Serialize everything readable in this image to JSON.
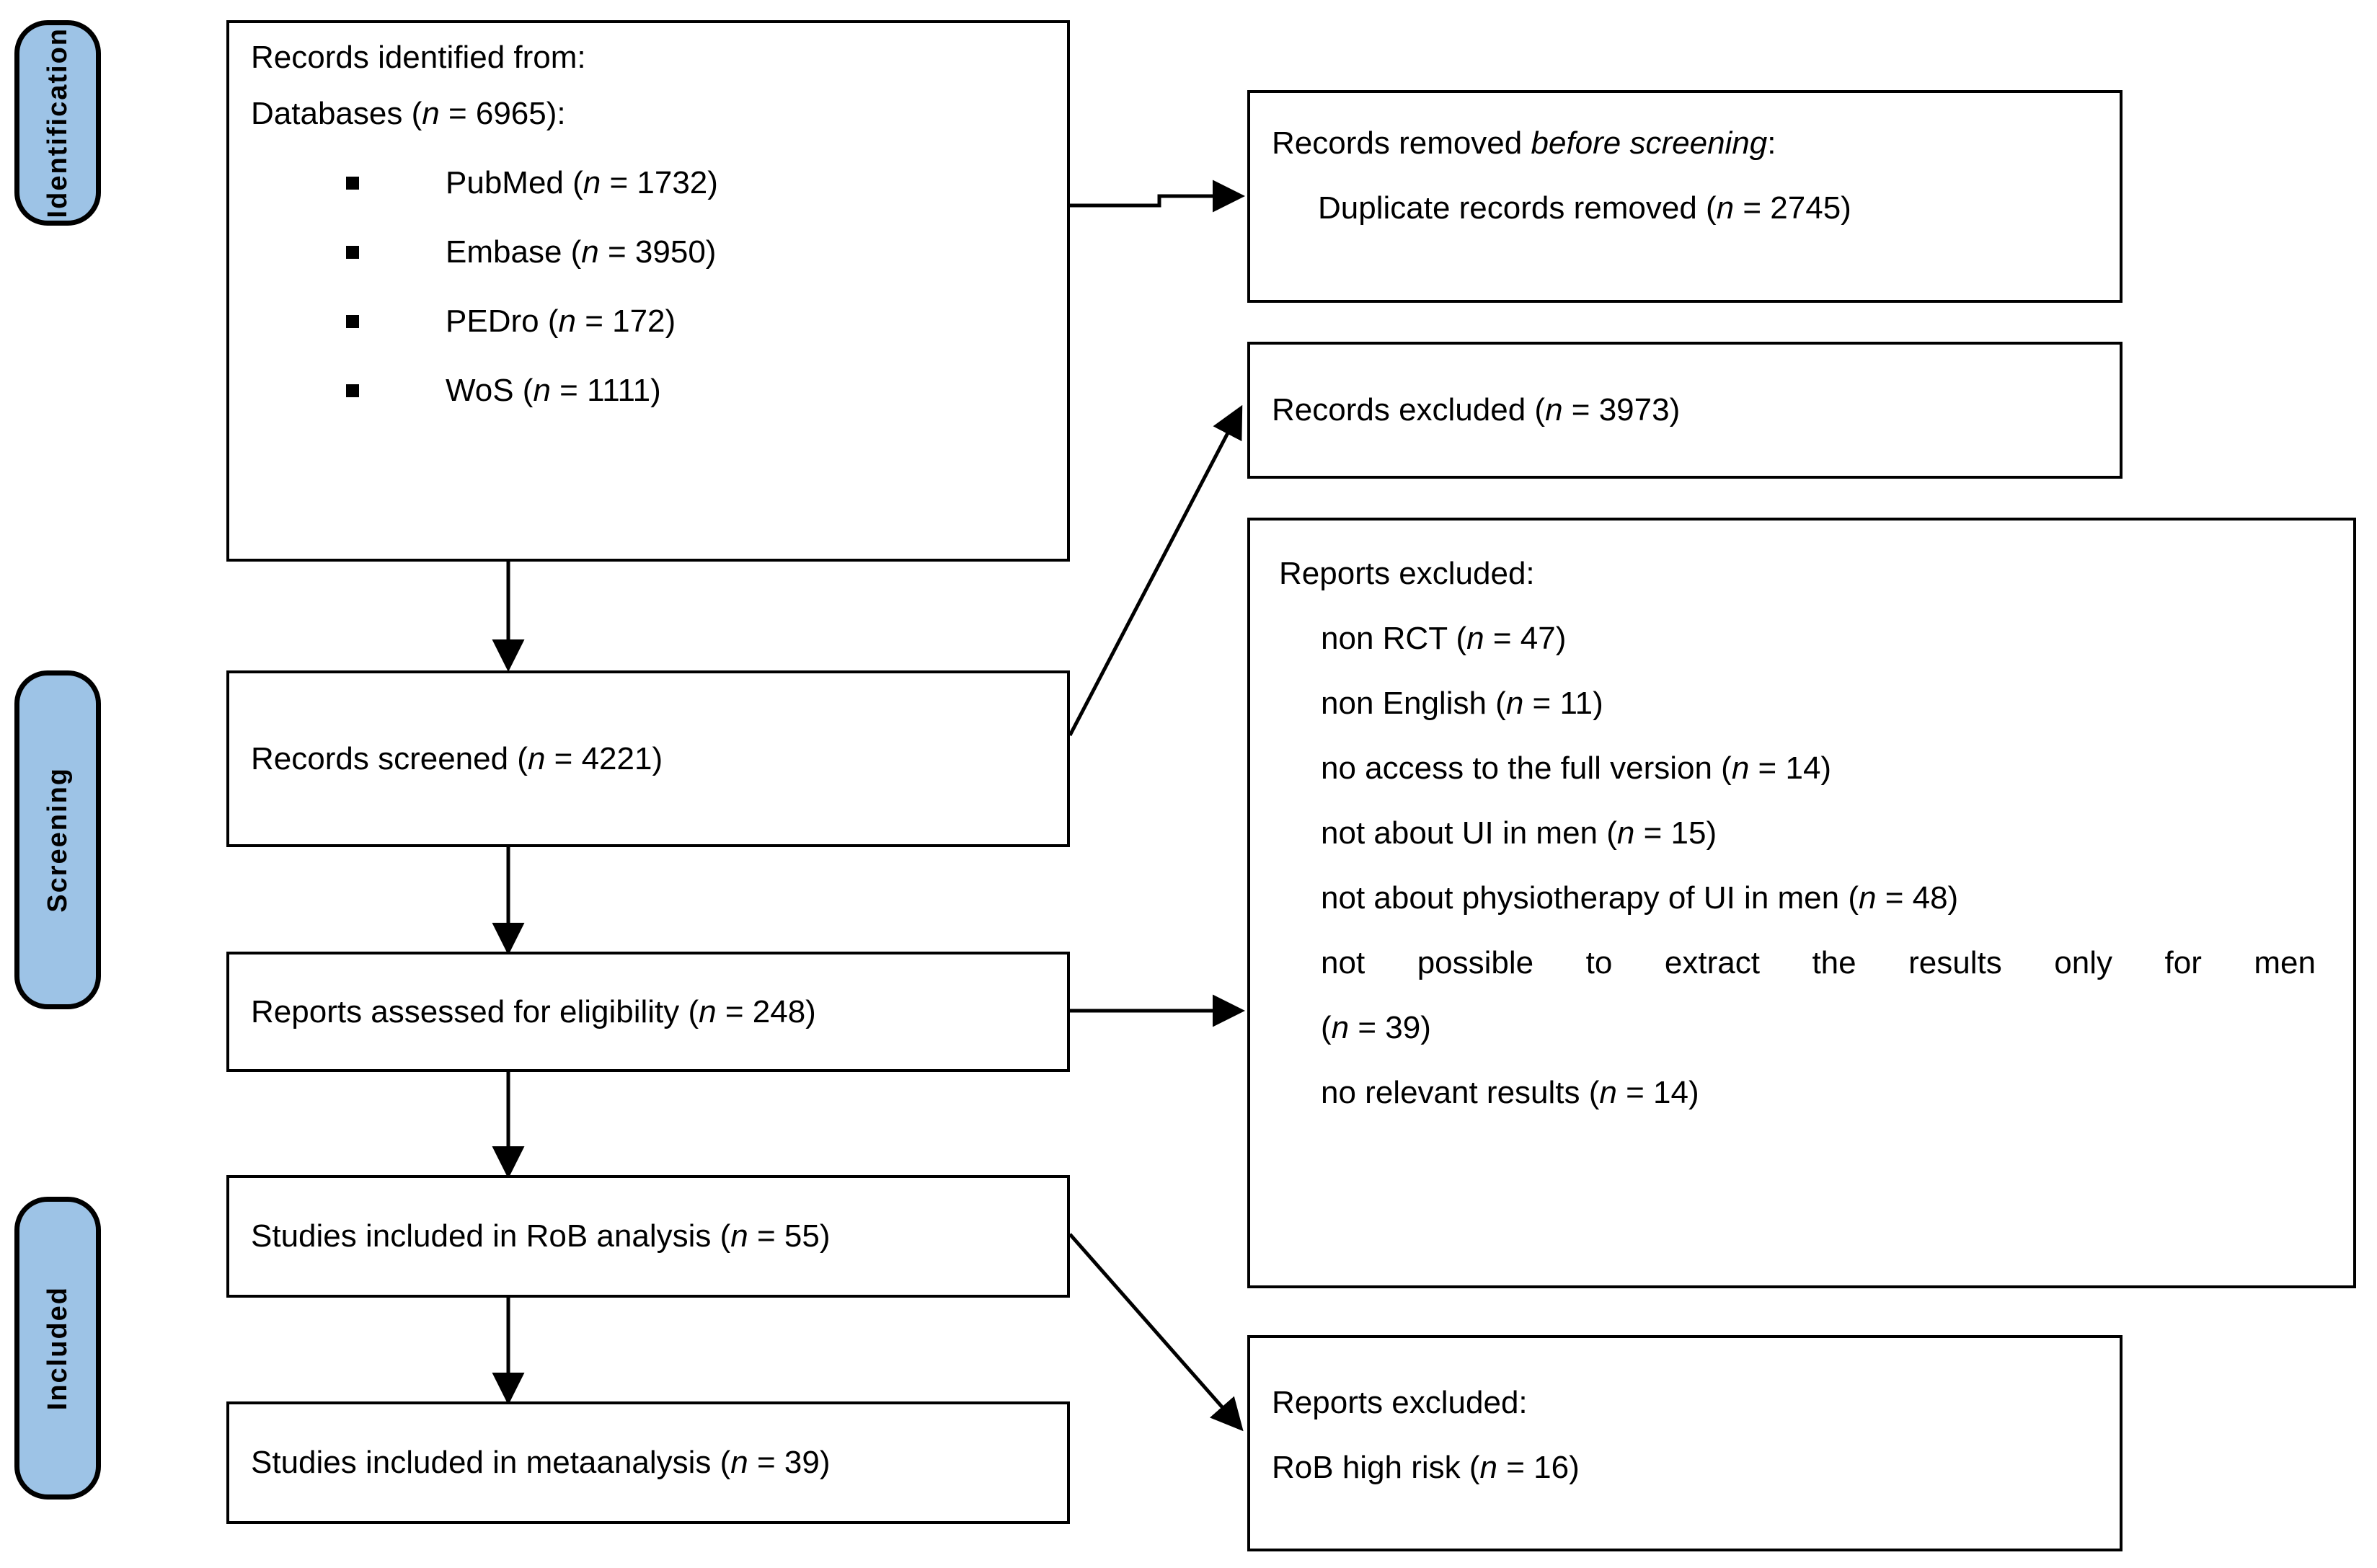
{
  "diagram": {
    "type": "PRISMA flow diagram",
    "stages": [
      {
        "id": "identification",
        "label": "Identification"
      },
      {
        "id": "screening",
        "label": "Screening"
      },
      {
        "id": "included",
        "label": "Included"
      }
    ],
    "boxes": {
      "records_identified": {
        "title": "Records identified from:",
        "subtitle": "Databases (n = 6965):",
        "sources": [
          {
            "name": "PubMed",
            "n": "1732",
            "text": "PubMed (n = 1732)"
          },
          {
            "name": "Embase",
            "n": "3950",
            "text": "Embase (n = 3950)"
          },
          {
            "name": "PEDro",
            "n": "172",
            "text": "PEDro (n = 172)"
          },
          {
            "name": "WoS",
            "n": "1111",
            "text": "WoS (n = 1111)"
          }
        ]
      },
      "records_removed": {
        "title_plain": "Records removed ",
        "title_italic": "before screening",
        "title_colon": ":",
        "detail": "Duplicate records removed  (n = 2745)",
        "n": "2745"
      },
      "records_screened": {
        "text": "Records screened (n = 4221)",
        "n": "4221"
      },
      "records_excluded": {
        "text": "Records excluded (n = 3973)",
        "n": "3973"
      },
      "reports_assessed": {
        "text": "Reports assessed for eligibility (n = 248)",
        "n": "248"
      },
      "reports_excluded": {
        "title": "Reports excluded:",
        "reasons": [
          {
            "text": "non RCT (n = 47)",
            "n": "47"
          },
          {
            "text": "non English (n = 11)",
            "n": "11"
          },
          {
            "text": "no access to the full version (n = 14)",
            "n": "14"
          },
          {
            "text": "not about UI in men (n = 15)",
            "n": "15"
          },
          {
            "text": "not about physiotherapy of UI in men (n = 48)",
            "n": "48"
          },
          {
            "text": "not possible to extract the results only for men",
            "n": "39",
            "continuation": "(n = 39)"
          },
          {
            "text": "no relevant results (n = 14)",
            "n": "14"
          }
        ]
      },
      "studies_rob": {
        "text": "Studies included in RoB analysis (n = 55)",
        "n": "55"
      },
      "studies_meta": {
        "text": "Studies included in metaanalysis (n = 39)",
        "n": "39"
      },
      "reports_excluded_rob": {
        "title": "Reports excluded:",
        "detail": "RoB high risk (n = 16)",
        "n": "16"
      }
    },
    "colors": {
      "stage_fill": "#9DC3E6",
      "stroke": "#000000",
      "box_fill": "#FFFFFF"
    }
  }
}
